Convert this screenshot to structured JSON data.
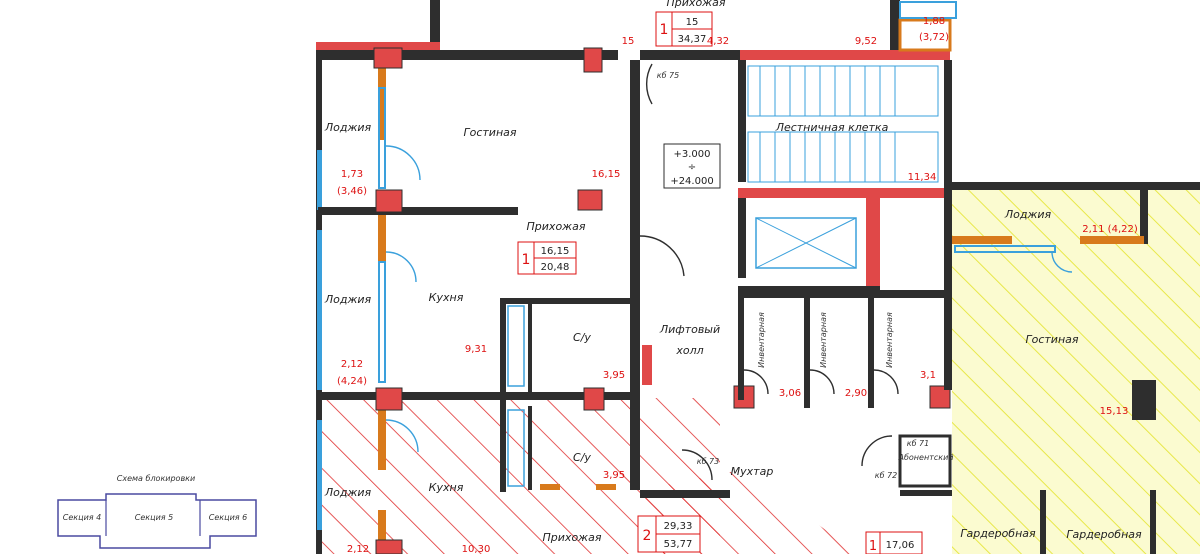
{
  "labels": {
    "top_cut": "Прихожая",
    "loggia_1": "Лоджия",
    "loggia_2": "Лоджия",
    "loggia_3": "Лоджия",
    "loggia_right": "Лоджия",
    "living_1": "Гостиная",
    "living_right": "Гостиная",
    "hall_1": "Прихожая",
    "hall_2": "Прихожая",
    "kitchen_1": "Кухня",
    "kitchen_2": "Кухня",
    "wc_1": "С/у",
    "wc_2": "С/у",
    "lift_hall_1": "Лифтовый",
    "lift_hall_2": "холл",
    "stair": "Лестничная клетка",
    "storage_1": "Инвентарная",
    "storage_2": "Инвентарная",
    "storage_3": "Инвентарная",
    "subscriber": "Абонентский",
    "concierge": "Мухтар",
    "wardrobe_1": "Гардеробная",
    "wardrobe_2": "Гардеробная",
    "scheme_title": "Схема блокировки",
    "section_4": "Секция 4",
    "section_5": "Секция 5",
    "section_6": "Секция 6"
  },
  "areas": {
    "a_15": "15",
    "a_432": "4,32",
    "a_952": "9,52",
    "a_188": "1,88",
    "a_372": "(3,72)",
    "a_173": "1,73",
    "a_346": "(3,46)",
    "a_1615": "16,15",
    "a_1134": "11,34",
    "a_211": "2,11 (4,22)",
    "a_931": "9,31",
    "a_212": "2,12",
    "a_424": "(4,24)",
    "a_395": "3,95",
    "a_395b": "3,95",
    "a_306": "3,06",
    "a_290": "2,90",
    "a_31": "3,1",
    "a_1513": "15,13",
    "a_212b": "2,12",
    "a_1030": "10,30"
  },
  "apartments": {
    "apt1_top_num": "1",
    "apt1_top_living": "15",
    "apt1_top_total": "34,37",
    "apt1_num": "1",
    "apt1_living": "16,15",
    "apt1_total": "20,48",
    "apt2_num": "2",
    "apt2_living": "29,33",
    "apt2_total": "53,77",
    "apt3_num": "1",
    "apt3_living": "17,06"
  },
  "marks": {
    "elev_top": "+3.000",
    "elev_mid": "÷",
    "elev_bot": "+24.000",
    "door_75": "кб 75",
    "door_73": "кб 73",
    "door_71": "кб 71",
    "door_72": "кб 72"
  },
  "colors": {
    "wall": "#2e2e2e",
    "red_wall": "#e04848",
    "hatch_red": "#e03030",
    "hatch_yellow": "#e8e84a",
    "window": "#3aa0dc",
    "partition": "#d87a1c",
    "scheme": "#4a4aa0"
  }
}
